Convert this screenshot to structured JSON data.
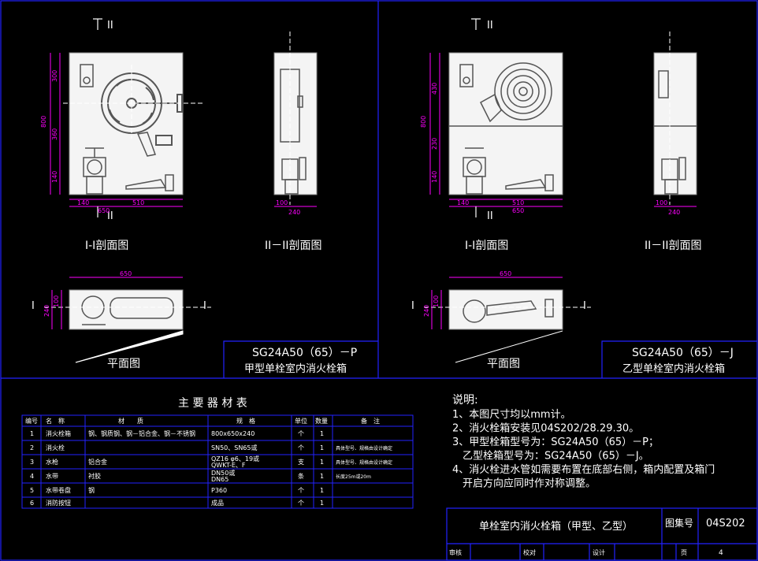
{
  "colors": {
    "background": "#000000",
    "frame": "#2222ff",
    "drawing": "#ffffff",
    "dimension": "#ff00ff",
    "text": "#ffffff",
    "box_fill": "#f4f4f4"
  },
  "left_panel": {
    "section_mark_top": "II",
    "section_mark_bottom": "II",
    "section_mark_plan_left": "I",
    "section_mark_plan_right": "I",
    "view1_title": "I-I剖面图",
    "view2_title": "II－II剖面图",
    "plan_title": "平面图",
    "dims": {
      "h_total": "800",
      "h1": "300",
      "h2": "360",
      "h3": "140",
      "w1": "140",
      "w2": "510",
      "w_total": "650",
      "side_a": "100",
      "side_w": "240",
      "plan_w": "650",
      "plan_a": "100",
      "plan_h": "240"
    },
    "model": "SG24A50（65）－P",
    "model_name": "甲型单栓室内消火栓箱"
  },
  "right_panel": {
    "section_mark_top": "II",
    "section_mark_bottom": "II",
    "section_mark_plan_left": "I",
    "section_mark_plan_right": "I",
    "view1_title": "I-I剖面图",
    "view2_title": "II－II剖面图",
    "plan_title": "平面图",
    "dims": {
      "h_total": "800",
      "h1": "430",
      "h2": "230",
      "h3": "140",
      "w1": "140",
      "w2": "510",
      "w_total": "650",
      "side_a": "100",
      "side_w": "240",
      "plan_w": "650",
      "plan_a": "100",
      "plan_h": "240"
    },
    "model": "SG24A50（65）－J",
    "model_name": "乙型单栓室内消火栓箱"
  },
  "materials_table": {
    "title": "主 要 器 材 表",
    "headers": [
      "编号",
      "名　称",
      "材　　质",
      "规　格",
      "单位",
      "数量",
      "备　注"
    ],
    "rows": [
      [
        "1",
        "消火栓箱",
        "钢、钢质钢、钢－铝合金、钢－不锈钢",
        "800x650x240",
        "个",
        "1",
        ""
      ],
      [
        "2",
        "消火栓",
        "",
        "SN50、SN65或",
        "个",
        "1",
        "具体型号、规格由设计确定"
      ],
      [
        "3",
        "水枪",
        "铝合金",
        "QZ16 φ6、19或\nQWKT-E、F",
        "支",
        "1",
        "具体型号、规格由设计确定"
      ],
      [
        "4",
        "水带",
        "衬胶",
        "DN50或\nDN65",
        "条",
        "1",
        "长度25m或20m"
      ],
      [
        "5",
        "水带卷盘",
        "钢",
        "P360",
        "个",
        "1",
        ""
      ],
      [
        "6",
        "消防按钮",
        "",
        "成品",
        "个",
        "1",
        ""
      ]
    ]
  },
  "notes": {
    "heading": "说明:",
    "items": [
      "1、本图尺寸均以mm计。",
      "2、消火栓箱安装见04S202/28.29.30。",
      "3、甲型栓箱型号为：SG24A50（65）－P；",
      "　乙型栓箱型号为：SG24A50（65）－J。",
      "4、消火栓进水管如需要布置在底部右侧，箱内配置及箱门",
      "　开启方向应同时作对称调整。"
    ]
  },
  "title_block": {
    "title": "单栓室内消火栓箱（甲型、乙型）",
    "atlas_label": "图集号",
    "atlas_no": "04S202",
    "review": "审核",
    "check": "校对",
    "design": "设计",
    "page_label": "页",
    "page_no": "4"
  }
}
